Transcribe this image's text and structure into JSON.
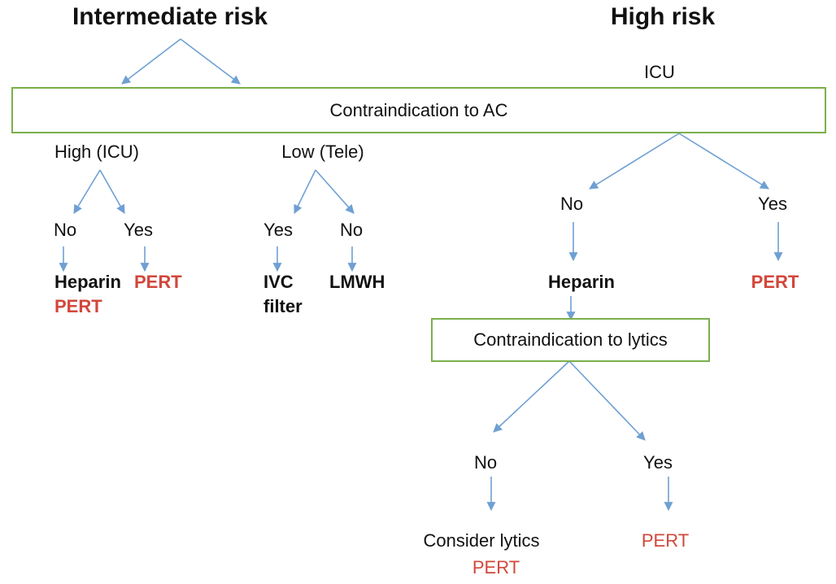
{
  "headers": {
    "intermediate": "Intermediate risk",
    "high": "High risk"
  },
  "icu_label": "ICU",
  "boxes": {
    "ac": "Contraindication to AC",
    "lytics": "Contraindication to lytics"
  },
  "intermediate": {
    "high_icu": "High (ICU)",
    "low_tele": "Low (Tele)",
    "high_no": "No",
    "high_yes": "Yes",
    "low_yes": "Yes",
    "low_no": "No",
    "heparin": "Heparin",
    "heparin_pert": "PERT",
    "pert": "PERT",
    "ivc_line1": "IVC",
    "ivc_line2": "filter",
    "lmwh": "LMWH"
  },
  "high": {
    "no": "No",
    "yes": "Yes",
    "heparin": "Heparin",
    "pert": "PERT",
    "lytics_no": "No",
    "lytics_yes": "Yes",
    "consider_lytics": "Consider lytics",
    "consider_pert": "PERT",
    "lytics_yes_pert": "PERT"
  },
  "colors": {
    "arrow": "#6fa0d3",
    "box_border": "#7ab04b",
    "accent_red": "#d2473b"
  }
}
